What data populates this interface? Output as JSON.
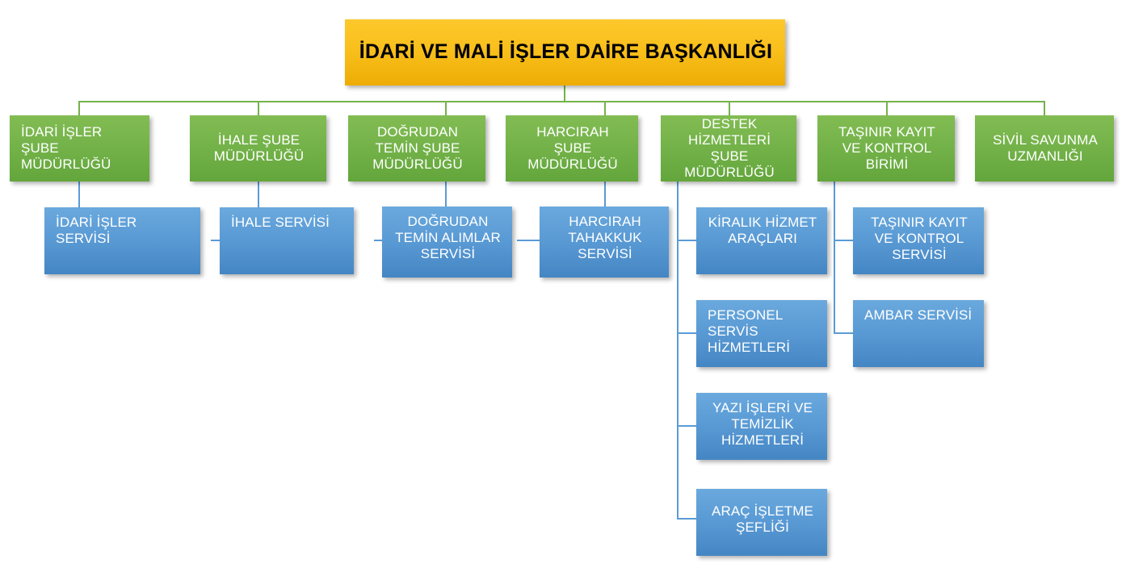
{
  "chart_title": "İDARİ VE MALİ İŞLER DAİRE BAŞKANLIĞI",
  "colors": {
    "root_fill_top": "#FDC82C",
    "root_fill_bottom": "#EEAC05",
    "root_text": "#000000",
    "branch_fill_top": "#82BC53",
    "branch_fill_bottom": "#63A63C",
    "branch_text": "#FFFFFF",
    "service_fill_top": "#6AA9DD",
    "service_fill_bottom": "#4486C4",
    "service_text": "#FFFFFF",
    "connector_green": "#74B34A",
    "connector_blue": "#5B9BD5",
    "background": "#FFFFFF"
  },
  "root": {
    "label": "İDARİ VE MALİ İŞLER DAİRE BAŞKANLIĞI"
  },
  "branches": [
    {
      "label": "İDARİ İŞLER ŞUBE MÜDÜRLÜĞÜ"
    },
    {
      "label": "İHALE ŞUBE MÜDÜRLÜĞÜ"
    },
    {
      "label": "DOĞRUDAN TEMİN ŞUBE MÜDÜRLÜĞÜ"
    },
    {
      "label": "HARCIRAH ŞUBE MÜDÜRLÜĞÜ"
    },
    {
      "label": "DESTEK HİZMETLERİ ŞUBE MÜDÜRLÜĞÜ"
    },
    {
      "label": "TAŞINIR KAYIT VE KONTROL BİRİMİ"
    },
    {
      "label": "SİVİL SAVUNMA UZMANLIĞI"
    }
  ],
  "services": {
    "idari_isler": [
      {
        "label": "İDARİ İŞLER SERVİSİ"
      }
    ],
    "ihale": [
      {
        "label": "İHALE SERVİSİ"
      }
    ],
    "dogrudan_temin": [
      {
        "label": "DOĞRUDAN TEMİN ALIMLAR SERVİSİ"
      }
    ],
    "harcirah": [
      {
        "label": "HARCIRAH TAHAKKUK SERVİSİ"
      }
    ],
    "destek_hizmetleri": [
      {
        "label": "KİRALIK HİZMET ARAÇLARI"
      },
      {
        "label": "PERSONEL SERVİS HİZMETLERİ"
      },
      {
        "label": "YAZI İŞLERİ VE TEMİZLİK HİZMETLERİ"
      },
      {
        "label": "ARAÇ İŞLETME ŞEFLİĞİ"
      }
    ],
    "tasinir_kayit": [
      {
        "label": "TAŞINIR KAYIT VE KONTROL SERVİSİ"
      },
      {
        "label": "AMBAR SERVİSİ"
      }
    ],
    "sivil_savunma": []
  }
}
